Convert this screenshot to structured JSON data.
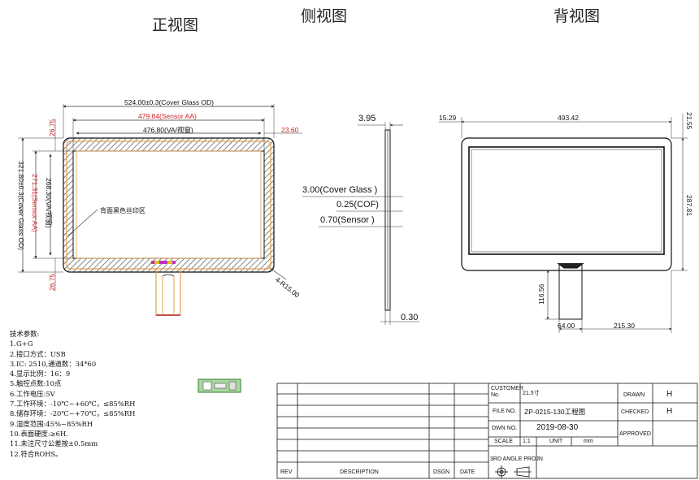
{
  "titles": {
    "front": "正视图",
    "side": "侧视图",
    "back": "背视图"
  },
  "front_view": {
    "dims": {
      "cover_od_w": "524.00±0.3(Cover Glass OD)",
      "sensor_aa_w": "479.84(Sensor AA)",
      "va_w": "476.80(VA/视窗)",
      "border_r": "23.60",
      "top_l": "26.75",
      "bottom_l": "26.75",
      "cover_od_h": "321.80±0.3(Cover Glass OD)",
      "sensor_aa_h": "271.31(Sensor AA)",
      "va_h": "268.30(VA/视窗)",
      "corner_r": "4-R15.00"
    },
    "note": "背面黑色丝印区"
  },
  "side_view": {
    "dims": {
      "total": "3.95",
      "bottom": "0.30"
    },
    "layers": [
      "3.00(Cover Glass )",
      "0.25(COF)",
      "0.70(Sensor )"
    ]
  },
  "back_view": {
    "dims": {
      "left_gap": "15.29",
      "width": "493.42",
      "top_gap": "21.55",
      "height": "287.81",
      "fpc_len": "116.56",
      "fpc_w": "64.00",
      "fpc_pos": "215.30"
    }
  },
  "specs": {
    "title": "技术参数:",
    "items": [
      "1.G+G",
      "2.接口方式：USB",
      "3.IC:   2510,通道数：34*60",
      "4.显示比例：16：9",
      "5.触控点数:10点",
      "6.工作电压:5V",
      "7.工作环境：-10℃~+60℃，≤85%RH",
      "8.储存环境：-20℃~+70℃，≤85%RH",
      "9.湿度范围:45%~85%RH",
      "10.表面硬度:≥6H.",
      "11.未注尺寸公差按±0.5mm",
      "12.符合ROHS。"
    ]
  },
  "title_block": {
    "customer_label": "CUSTOMER No.",
    "customer_value": "21.5寸",
    "file_label": "FILE NO.",
    "file_value": "ZP-0215-130工程图",
    "dwn_label": "DWN NO.",
    "dwn_value": "2019-08-30",
    "scale_label": "SCALE",
    "scale_value": "1:1",
    "unit_label": "UNIT",
    "unit_value": "mm",
    "proj_label": "3RD ANGLE PROJN",
    "drawn_label": "DRAWN",
    "drawn_value": "H",
    "checked_label": "CHECKED",
    "checked_value": "H",
    "approved_label": "APPROVED",
    "rev_label": "REV",
    "desc_label": "DESCRIPTION",
    "dsgn_label": "DSGN",
    "date_label": "DATE"
  }
}
